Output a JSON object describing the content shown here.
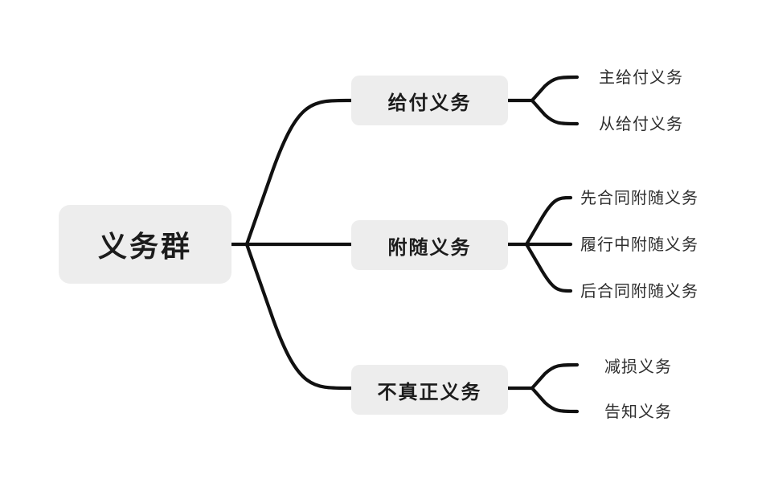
{
  "diagram": {
    "type": "mind-map",
    "title": "义务群",
    "orientation": "left-to-right",
    "theme": {
      "node_fill": "#ededed",
      "node_text": "#1c1c1c",
      "leaf_text": "#2e2e2e",
      "connector": "#111111",
      "background": "#ffffff"
    },
    "root": {
      "label": "义务群"
    },
    "branches": [
      {
        "label": "给付义务",
        "leaves": [
          {
            "label": "主给付义务"
          },
          {
            "label": "从给付义务"
          }
        ]
      },
      {
        "label": "附随义务",
        "leaves": [
          {
            "label": "先合同附随义务"
          },
          {
            "label": "履行中附随义务"
          },
          {
            "label": "后合同附随义务"
          }
        ]
      },
      {
        "label": "不真正义务",
        "leaves": [
          {
            "label": "减损义务"
          },
          {
            "label": "告知义务"
          }
        ]
      }
    ]
  }
}
